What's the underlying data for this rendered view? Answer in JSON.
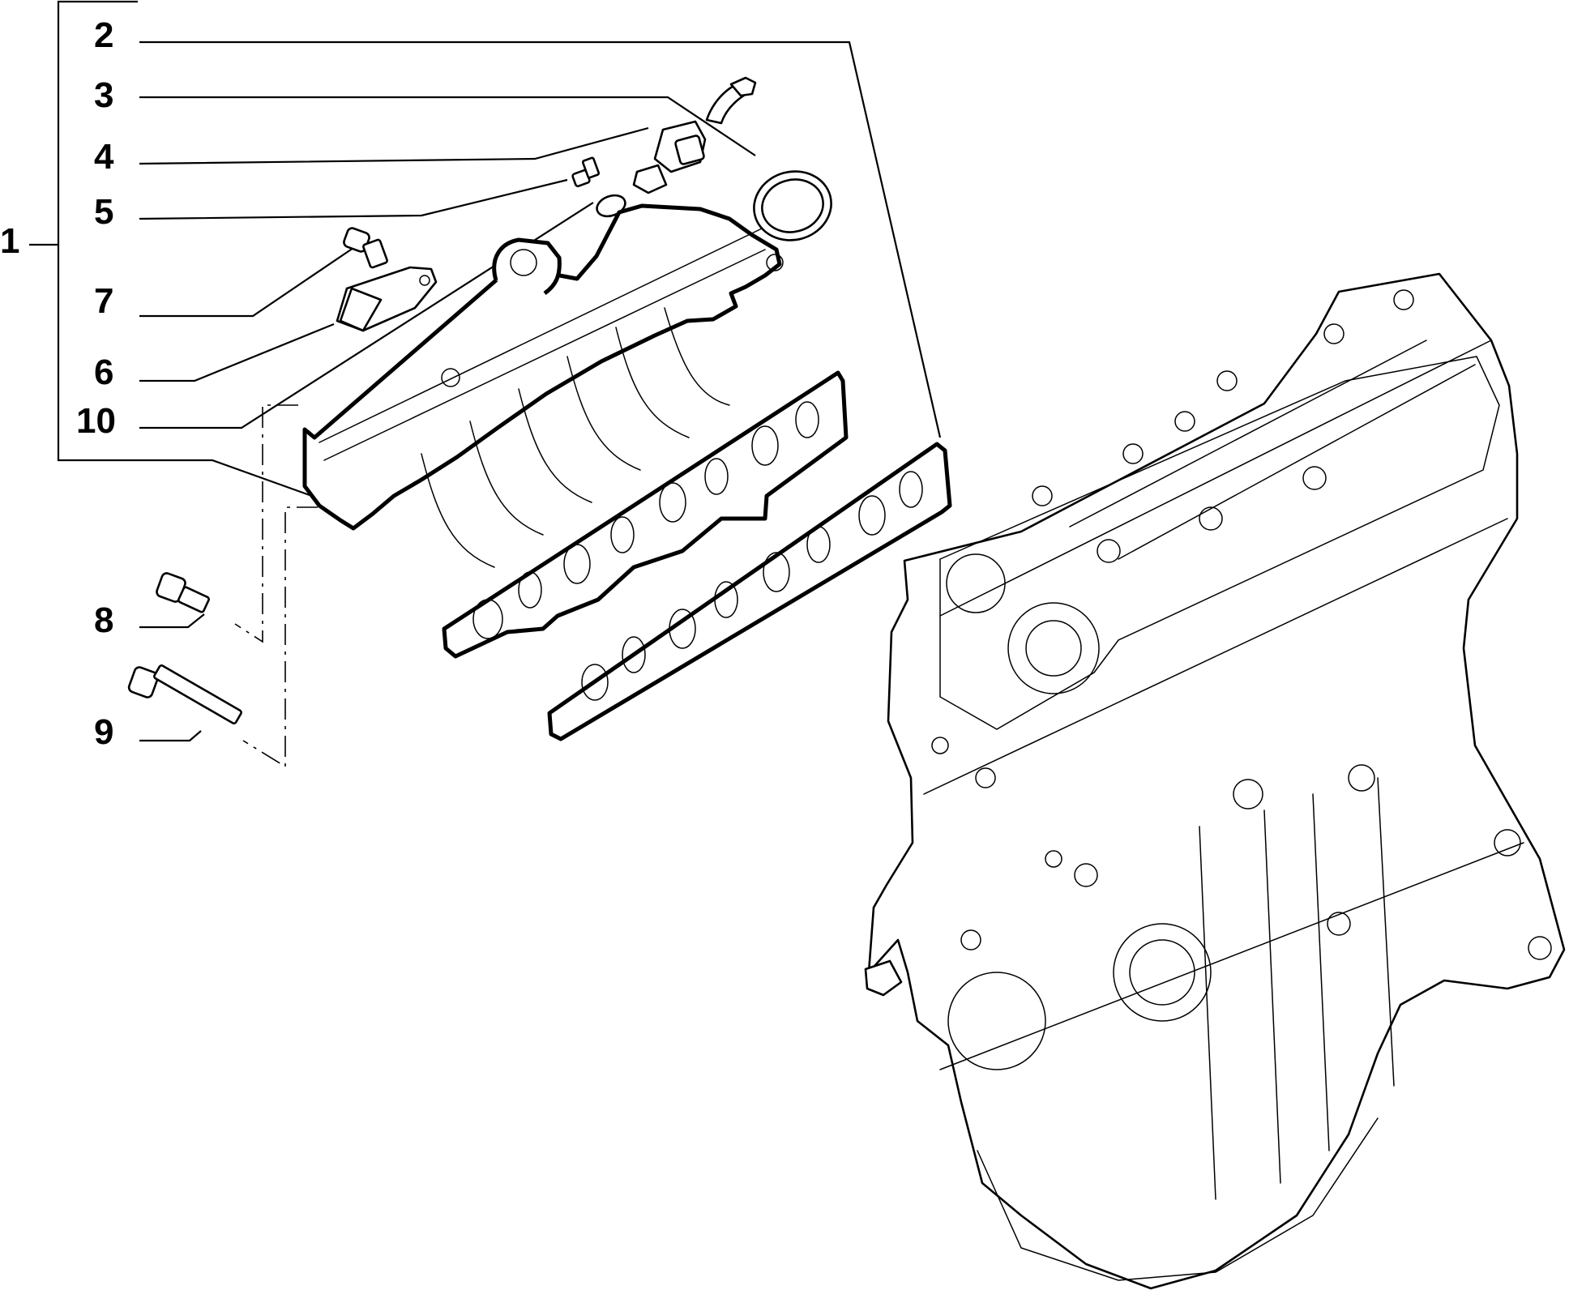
{
  "callouts": [
    {
      "id": "1",
      "label": "1"
    },
    {
      "id": "2",
      "label": "2"
    },
    {
      "id": "3",
      "label": "3"
    },
    {
      "id": "4",
      "label": "4"
    },
    {
      "id": "5",
      "label": "5"
    },
    {
      "id": "7",
      "label": "7"
    },
    {
      "id": "6",
      "label": "6"
    },
    {
      "id": "10",
      "label": "10"
    },
    {
      "id": "8",
      "label": "8"
    },
    {
      "id": "9",
      "label": "9"
    }
  ]
}
